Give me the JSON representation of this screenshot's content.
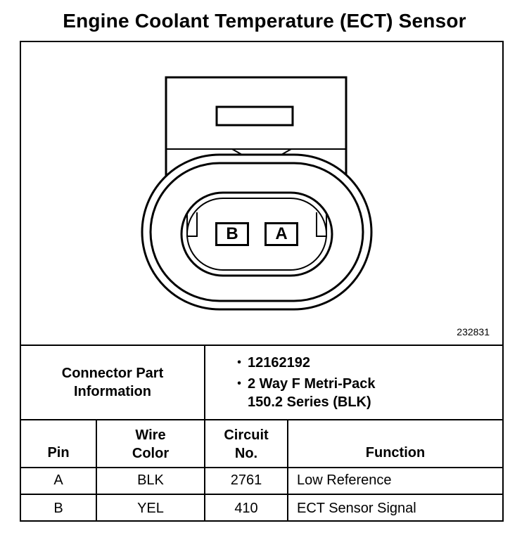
{
  "title": "Engine Coolant Temperature (ECT) Sensor",
  "figure_number": "232831",
  "connector": {
    "pin_labels": [
      "B",
      "A"
    ]
  },
  "part_info": {
    "label": "Connector Part\nInformation",
    "items": [
      "12162192",
      "2 Way F Metri-Pack\n150.2 Series (BLK)"
    ]
  },
  "table": {
    "headers": {
      "pin": "Pin",
      "wire_color": "Wire\nColor",
      "circuit_no": "Circuit\nNo.",
      "function": "Function"
    },
    "rows": [
      {
        "pin": "A",
        "wire_color": "BLK",
        "circuit_no": "2761",
        "function": "Low Reference"
      },
      {
        "pin": "B",
        "wire_color": "YEL",
        "circuit_no": "410",
        "function": "ECT Sensor Signal"
      }
    ]
  }
}
